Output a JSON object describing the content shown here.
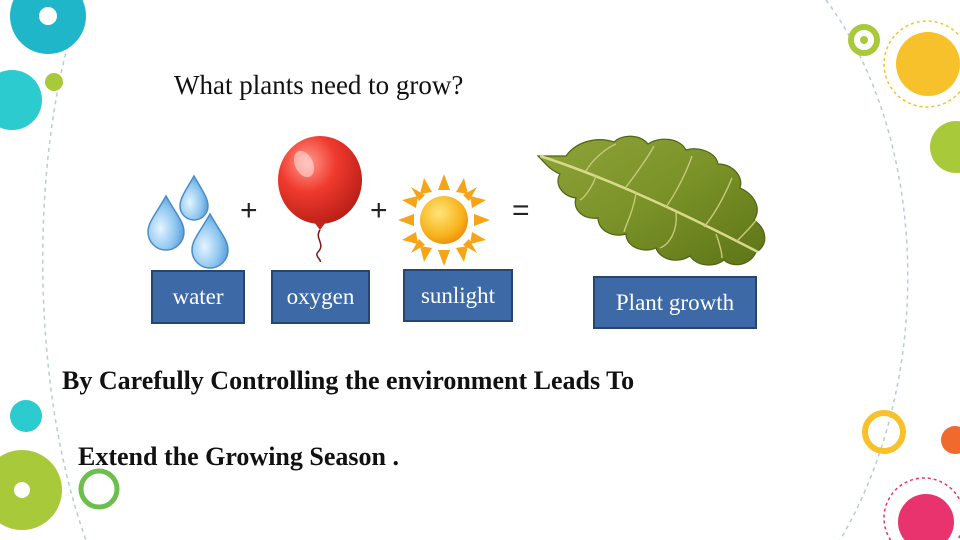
{
  "slide": {
    "title": "What plants need to grow?",
    "equation": {
      "items": [
        {
          "label": "water",
          "icon": "water-drops-icon"
        },
        {
          "label": "oxygen",
          "icon": "red-balloon-icon"
        },
        {
          "label": "sunlight",
          "icon": "sun-icon"
        }
      ],
      "plus": "+",
      "equals": "=",
      "result": {
        "label": "Plant growth",
        "icon": "leaf-icon"
      }
    },
    "statement_line1": "By Carefully Controlling the environment Leads To",
    "statement_line2": "Extend the Growing Season ."
  },
  "colors": {
    "label_fill": "#3d6aa7",
    "label_border": "#26456f",
    "teal": "#1fb6c9",
    "lime": "#a8c93a",
    "yellow": "#f6c12b",
    "orange": "#ef6a2c",
    "pink": "#e8336e",
    "green": "#6cbf4d"
  }
}
